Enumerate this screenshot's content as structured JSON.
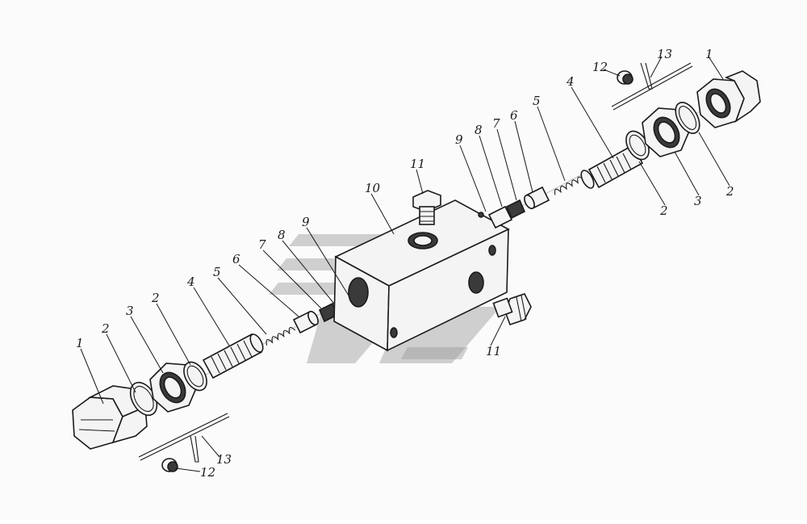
{
  "diagram": {
    "labels": {
      "l1a": "1",
      "l1b": "1",
      "l2a": "2",
      "l2b": "2",
      "l2c": "2",
      "l2d": "2",
      "l3a": "3",
      "l3b": "3",
      "l4a": "4",
      "l4b": "4",
      "l5a": "5",
      "l5b": "5",
      "l6a": "6",
      "l6b": "6",
      "l7a": "7",
      "l7b": "7",
      "l8a": "8",
      "l8b": "8",
      "l9a": "9",
      "l9b": "9",
      "l10": "10",
      "l11a": "11",
      "l11b": "11",
      "l12a": "12",
      "l12b": "12",
      "l13a": "13",
      "l13b": "13"
    }
  }
}
